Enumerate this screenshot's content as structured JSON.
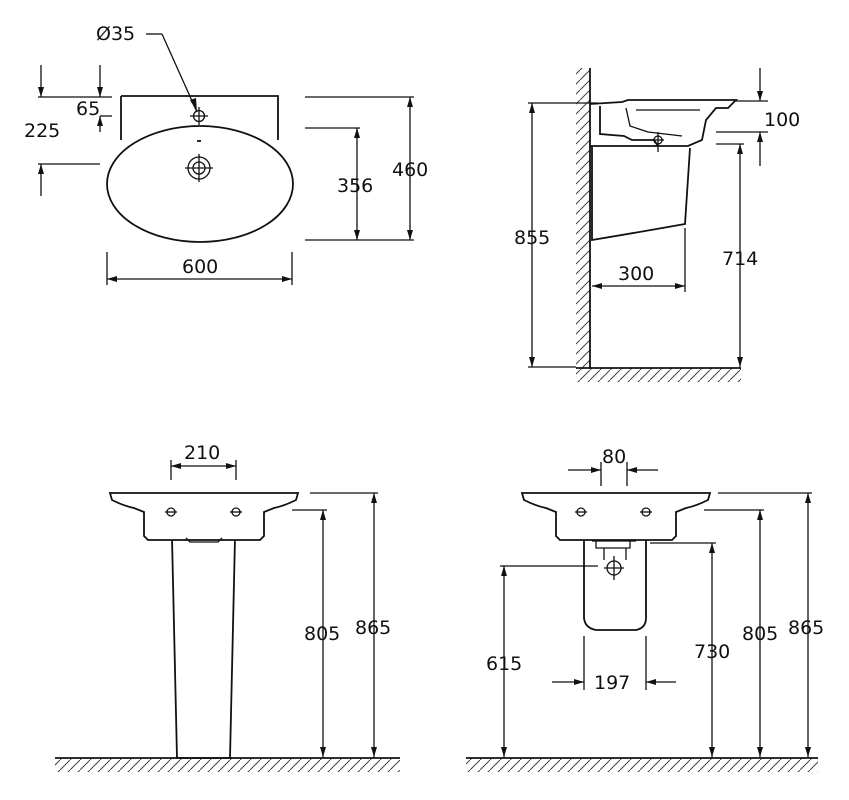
{
  "views": {
    "top": {
      "hole_diameter": "Ø35",
      "dim_65": "65",
      "dim_225": "225",
      "dim_356": "356",
      "dim_460": "460",
      "dim_600": "600"
    },
    "side": {
      "dim_100": "100",
      "dim_855": "855",
      "dim_714": "714",
      "dim_300": "300"
    },
    "front_pedestal": {
      "dim_210": "210",
      "dim_805": "805",
      "dim_865": "865"
    },
    "front_semipedestal": {
      "dim_80": "80",
      "dim_615": "615",
      "dim_197": "197",
      "dim_730": "730",
      "dim_805": "805",
      "dim_865": "865"
    }
  },
  "colors": {
    "line": "#111111",
    "background": "#ffffff"
  }
}
